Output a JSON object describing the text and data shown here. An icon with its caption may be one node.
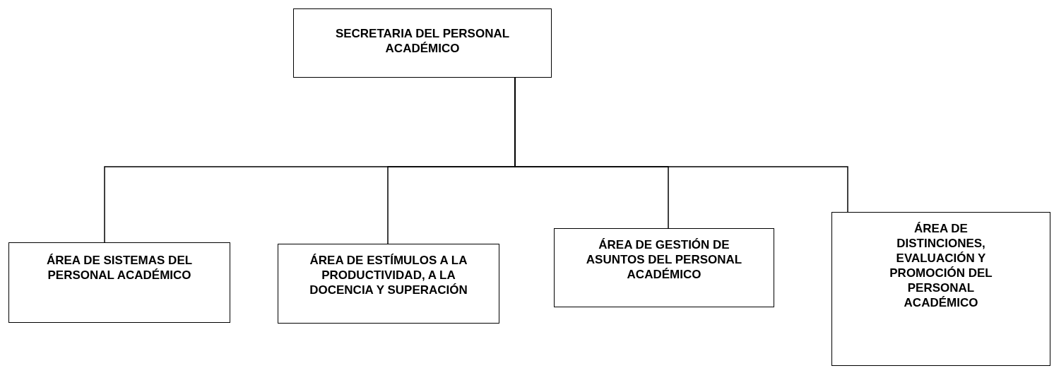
{
  "diagram": {
    "nodes": [
      {
        "text": [
          "SECRETARIA DEL PERSONAL ACADÉMICO"
        ]
      },
      {
        "text": [
          "ÁREA DE SISTEMAS DEL PERSONAL ACADÉMICO"
        ]
      },
      {
        "text": [
          "ÁREA DE ESTÍMULOS A LA PRODUCTIVIDAD, A LA DOCENCIA Y SUPERACIÓN"
        ]
      },
      {
        "text": [
          "ÁREA DE GESTIÓN DE ASUNTOS DEL PERSONAL ACADÉMICO"
        ]
      },
      {
        "text": [
          "ÁREA DE DISTINCIONES, EVALUACIÓN Y PROMOCIÓN DEL PERSONAL ACADÉMICO"
        ]
      }
    ],
    "edges": [
      {
        "from": 0,
        "to": 1,
        "arrow": "none"
      },
      {
        "from": 0,
        "to": 2,
        "arrow": "none"
      },
      {
        "from": 0,
        "to": 3,
        "arrow": "none"
      },
      {
        "from": 0,
        "to": 4,
        "arrow": "none"
      }
    ]
  }
}
